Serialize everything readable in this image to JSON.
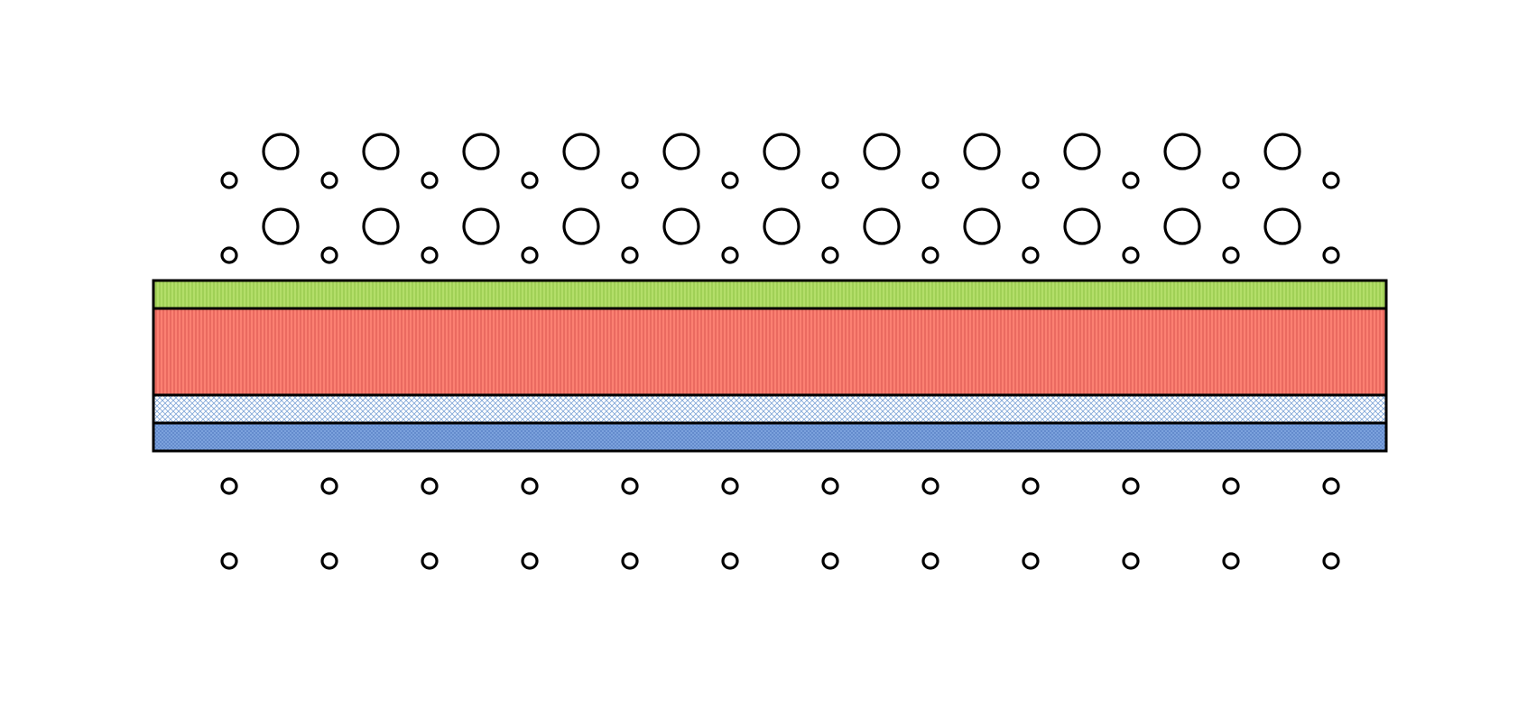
{
  "diagram": {
    "layers": [
      {
        "name": "green-vertical-stripe-layer",
        "fill": "#b3de69",
        "stripe": "#8ec244",
        "pattern": "vertical"
      },
      {
        "name": "red-vertical-stripe-layer",
        "fill": "#fb8072",
        "stripe": "#d9534f",
        "pattern": "vertical"
      },
      {
        "name": "light-blue-crosshatch-layer",
        "fill": "#ffffff",
        "stripe": "#80a6d8",
        "pattern": "crosshatch"
      },
      {
        "name": "blue-crosshatch-layer",
        "fill": "#80a6e0",
        "stripe": "#5a82c6",
        "pattern": "crosshatch"
      }
    ],
    "outline_color": "#000000",
    "particle_color": "#000000",
    "above_rows": 2,
    "below_rows": 2,
    "small_per_row": 12,
    "large_per_row": 11
  }
}
